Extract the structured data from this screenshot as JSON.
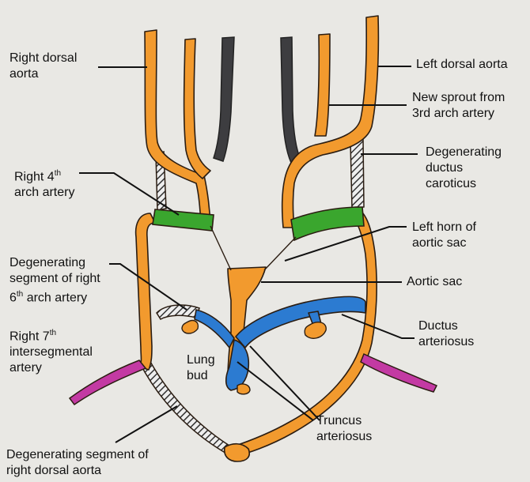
{
  "colors": {
    "background": "#e9e8e4",
    "aorta": "#f29a2e",
    "blue": "#2c7bd1",
    "green": "#3aa62e",
    "magenta": "#c33aa3",
    "outline": "#2b1d12",
    "dark_vessel": "#3d3d40"
  },
  "labels": {
    "right_dorsal_aorta": "Right dorsal\naorta",
    "left_dorsal_aorta": "Left dorsal aorta",
    "new_sprout": "New sprout from\n3rd arch artery",
    "degen_ductus_caroticus": "Degenerating\nductus\ncaroticus",
    "right_4th_arch": "Right 4th\narch artery",
    "left_horn": "Left horn of\naortic sac",
    "degen_right_6th": "Degenerating\nsegment of right\n6th arch artery",
    "aortic_sac": "Aortic sac",
    "right_7th": "Right 7th\nintersegmental\nartery",
    "lung_bud": "Lung\nbud",
    "ductus_arteriosus": "Ductus\narteriosus",
    "truncus": "Truncus\narteriosus",
    "degen_right_dorsal": "Degenerating segment of\nright dorsal aorta"
  }
}
